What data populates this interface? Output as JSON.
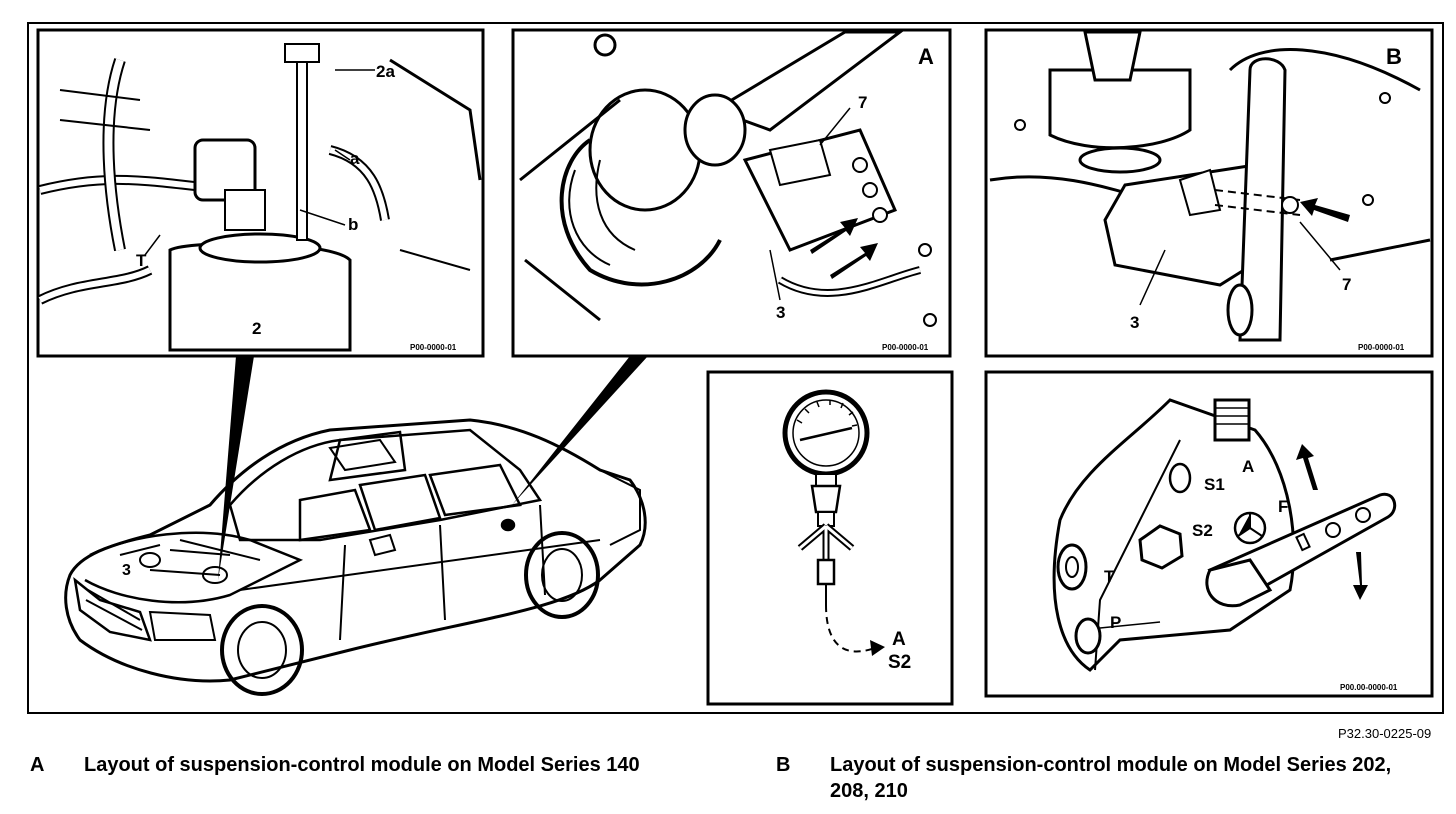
{
  "panels": {
    "top_left": {
      "labels": {
        "two_a": "2a",
        "a": "a",
        "b": "b",
        "t": "T",
        "two": "2"
      },
      "code": "P00-0000-01"
    },
    "top_middle": {
      "corner_letter": "A",
      "labels": {
        "seven": "7",
        "three": "3"
      },
      "code": "P00-0000-01"
    },
    "top_right": {
      "corner_letter": "B",
      "labels": {
        "seven": "7",
        "three": "3"
      },
      "code": "P00-0000-01"
    },
    "gauge": {
      "labels": {
        "a": "A",
        "s2": "S2"
      }
    },
    "valve": {
      "labels": {
        "a": "A",
        "s1": "S1",
        "s2": "S2",
        "f": "F",
        "t": "T",
        "p": "P"
      },
      "code": "P00.00-0000-01"
    },
    "car": {
      "labels": {
        "three": "3"
      }
    }
  },
  "figure_id": "P32.30-0225-09",
  "captions": [
    {
      "letter": "A",
      "text": "Layout of suspension-control module on Model Series 140"
    },
    {
      "letter": "B",
      "text": "Layout of suspension-control module on Model Series 202, 208, 210"
    }
  ]
}
